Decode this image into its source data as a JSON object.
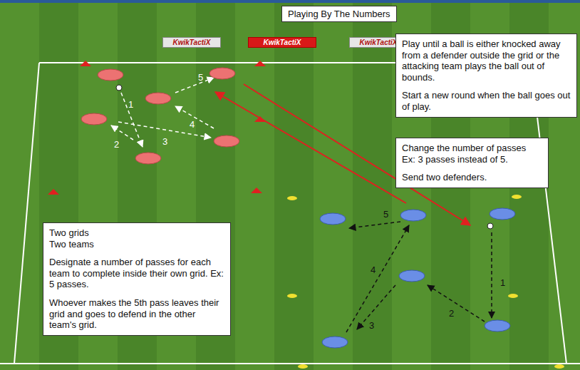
{
  "diagram": {
    "title": "Playing By The Numbers",
    "nodes": [
      {
        "text": [
          "KwikTactiX"
        ]
      },
      {
        "text": [
          "KwikTactiX"
        ]
      },
      {
        "text": [
          "KwikTactiX"
        ]
      },
      {
        "text": [
          "Play until a ball is either knocked away from a defender outside the grid or the attacking team plays the ball out of bounds.",
          "Start a new round when the ball goes out of play."
        ]
      },
      {
        "text": [
          "Change the number of passes Ex: 3 passes instead of 5.",
          "Send two defenders."
        ]
      },
      {
        "text": [
          "Two grids Two teams",
          "Designate a number of passes for each team to complete inside their own grid. Ex: 5 passes.",
          "Whoever makes the 5th pass leaves their grid and goes to defend in the other team's grid."
        ]
      }
    ],
    "labels": [
      "1",
      "2",
      "3",
      "4",
      "5",
      "1",
      "2",
      "3",
      "4",
      "5"
    ]
  }
}
